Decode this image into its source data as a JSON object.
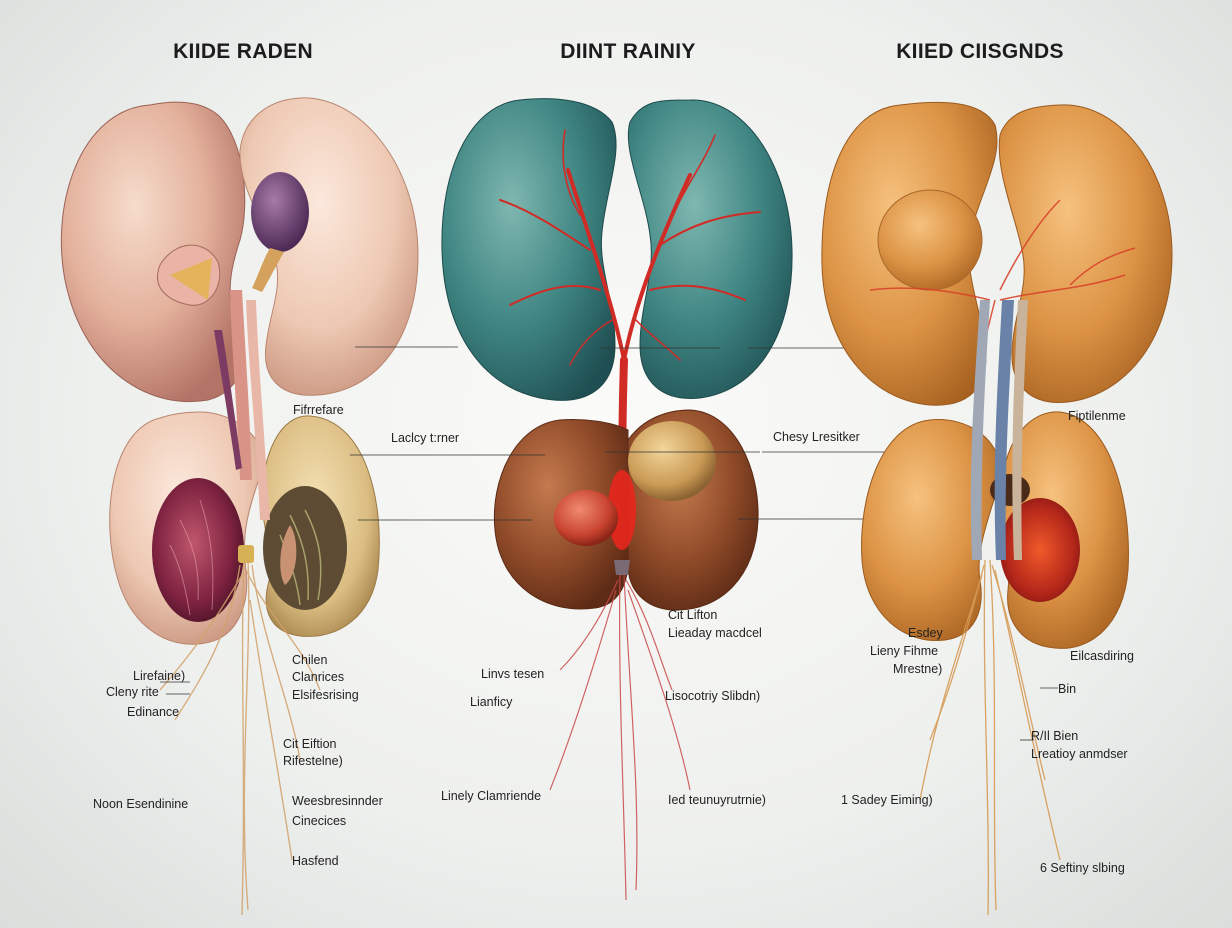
{
  "panels": [
    {
      "title": "KIIDE RADEN",
      "labels": [
        "Fifrrefare",
        "Lirefaine)",
        "Cleny rite",
        "Edinance",
        "Chilen",
        "Clanrices",
        "Elsifesrising",
        "Cit Eiftion",
        "Rifestelne)",
        "Noon Esendinine",
        "Weesbresinnder",
        "Cinecices",
        "Hasfend"
      ]
    },
    {
      "title": "DIINT RAINIY",
      "labels": [
        "Laclcy t:rner",
        "Linvs tesen",
        "Lianficy",
        "Linely Clamriende",
        "Cit Lifton",
        "Lieaday macdcel",
        "Lisocotriy Slibdn)",
        "Ied teunuyrutrnie)",
        "Chesy Lresitker"
      ]
    },
    {
      "title": "KIIED CIISGNDS",
      "labels": [
        "Fiptilenme",
        "Esdey",
        "Lieny Fihme",
        "Mrestne)",
        "Eilcasdiring",
        "Bin",
        "R/Il Bien",
        "Lreatioy anmdser",
        "1 Sadey Eiming)",
        "6 Seftiny slbing"
      ]
    }
  ]
}
